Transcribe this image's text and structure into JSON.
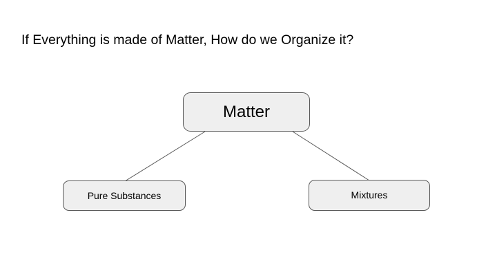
{
  "slide": {
    "title": "If Everything is made of Matter, How do we Organize it?",
    "background_color": "#ffffff"
  },
  "theme": {
    "node_fill": "#efefef",
    "node_border": "#595959",
    "connector_color": "#595959",
    "text_color": "#000000"
  },
  "diagram": {
    "type": "hierarchy-tree",
    "root": {
      "label": "Matter"
    },
    "children": [
      {
        "label": "Pure Substances"
      },
      {
        "label": "Mixtures"
      }
    ],
    "connectors": [
      {
        "from": "Matter",
        "to": "Pure Substances"
      },
      {
        "from": "Matter",
        "to": "Mixtures"
      }
    ]
  }
}
